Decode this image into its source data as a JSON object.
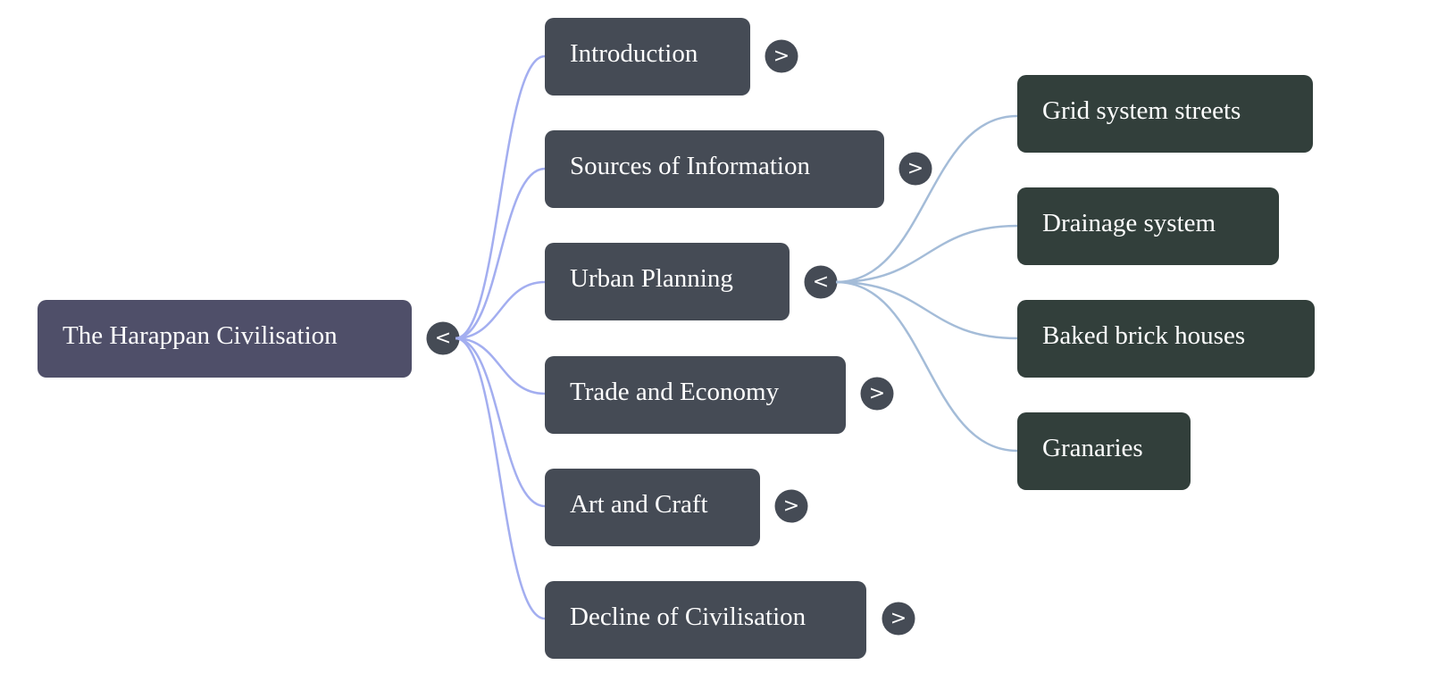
{
  "colors": {
    "root": "#4f4f69",
    "branch": "#454b55",
    "leaf": "#323f3b",
    "edge_primary": "#a3aef0",
    "edge_secondary": "#a4bcd8"
  },
  "root": {
    "label": "The Harappan Civilisation",
    "toggle": "<"
  },
  "branches": [
    {
      "label": "Introduction",
      "toggle": ">"
    },
    {
      "label": "Sources of Information",
      "toggle": ">"
    },
    {
      "label": "Urban Planning",
      "toggle": "<"
    },
    {
      "label": "Trade and Economy",
      "toggle": ">"
    },
    {
      "label": "Art and Craft",
      "toggle": ">"
    },
    {
      "label": "Decline of Civilisation",
      "toggle": ">"
    }
  ],
  "urban_planning_children": [
    {
      "label": "Grid system streets"
    },
    {
      "label": "Drainage system"
    },
    {
      "label": "Baked brick houses"
    },
    {
      "label": "Granaries"
    }
  ]
}
